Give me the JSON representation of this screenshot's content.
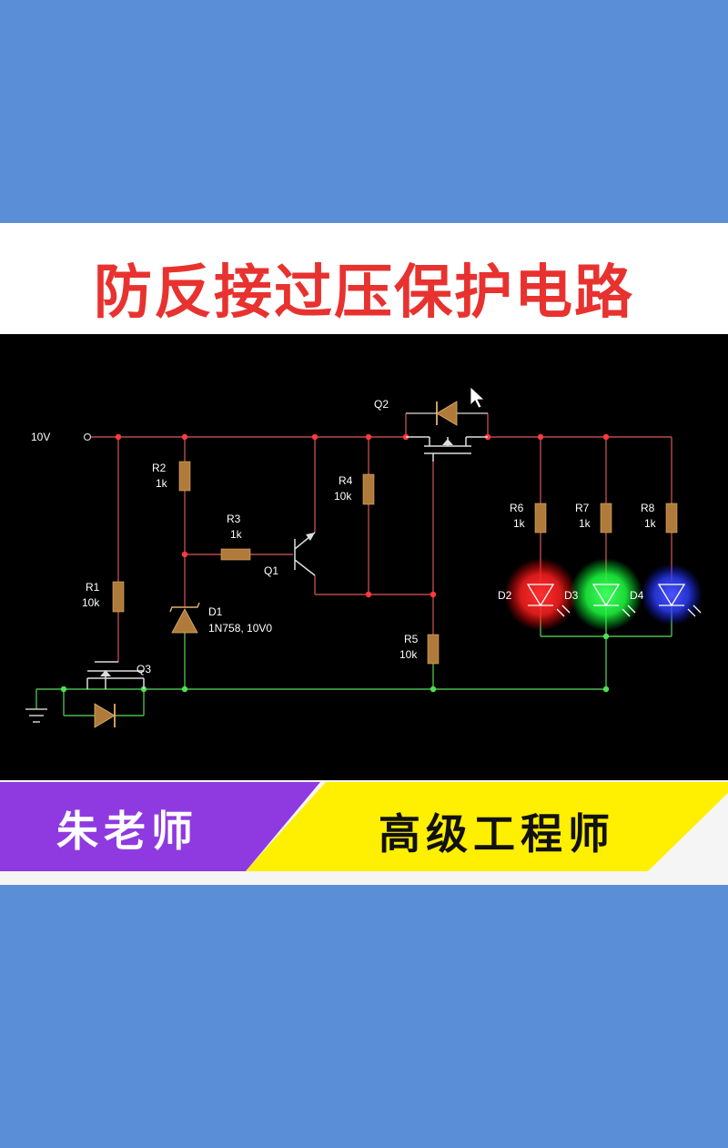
{
  "title": "防反接过压保护电路",
  "presenter": {
    "name": "朱老师",
    "role": "高级工程师"
  },
  "colors": {
    "wire_red": "#b84a4a",
    "wire_green": "#4fb84f",
    "resistor": "#b07a3a",
    "led_red": "#ff2a2a",
    "led_green": "#2aff55",
    "led_blue": "#3a46ff",
    "title": "#e8322f",
    "banner_purple": "#8e3ae0",
    "banner_yellow": "#ffef00"
  },
  "circuit": {
    "supply_label": "10V",
    "r1": {
      "name": "R1",
      "value": "10k"
    },
    "r2": {
      "name": "R2",
      "value": "1k"
    },
    "r3": {
      "name": "R3",
      "value": "1k"
    },
    "r4": {
      "name": "R4",
      "value": "10k"
    },
    "r5": {
      "name": "R5",
      "value": "10k"
    },
    "r6": {
      "name": "R6",
      "value": "1k"
    },
    "r7": {
      "name": "R7",
      "value": "1k"
    },
    "r8": {
      "name": "R8",
      "value": "1k"
    },
    "d1": {
      "name": "D1",
      "value": "1N758, 10V0"
    },
    "d2": {
      "name": "D2"
    },
    "d3": {
      "name": "D3"
    },
    "d4": {
      "name": "D4"
    },
    "q1": {
      "name": "Q1"
    },
    "q2": {
      "name": "Q2"
    },
    "q3": {
      "name": "Q3"
    }
  }
}
